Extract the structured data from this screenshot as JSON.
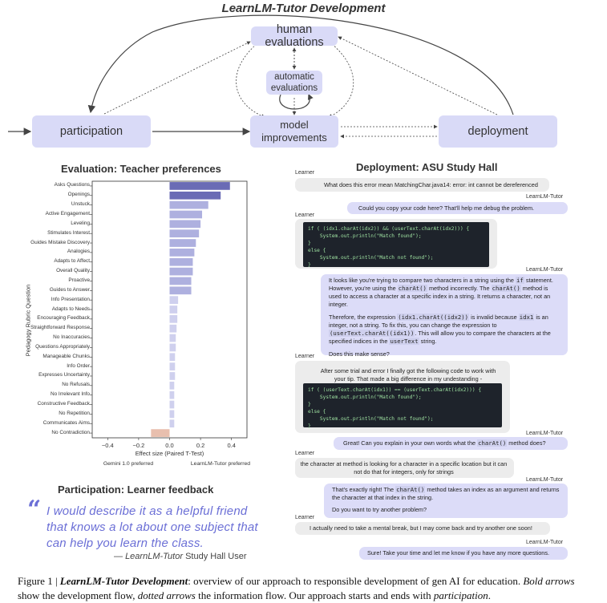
{
  "title": "LearnLM-Tutor Development",
  "flow": {
    "human_evaluations": "human evaluations",
    "automatic_evaluations": "automatic\nevaluations",
    "participation": "participation",
    "model_improvements": "model\nimprovements",
    "deployment": "deployment"
  },
  "evaluation": {
    "heading": "Evaluation: Teacher preferences",
    "ylabel": "Pedagogy Rubric Question",
    "xlabel": "Effect size (Paired T-Test)",
    "left_label": "Gemini 1.0 preferred",
    "right_label": "LearnLM-Tutor preferred"
  },
  "chart_data": {
    "type": "bar",
    "orientation": "horizontal",
    "categories": [
      "Asks Questions",
      "Openings",
      "Unstuck",
      "Active Engagement",
      "Leveling",
      "Stimulates Interest",
      "Guides Mistake Discovery",
      "Analogies",
      "Adapts to Affect",
      "Overall Quality",
      "Proactive",
      "Guides to Answer",
      "Info Presentation",
      "Adapts to Needs",
      "Encouraging Feedback",
      "Straightforward Response",
      "No Inaccuracies",
      "Questions Appropriately",
      "Manageable Chunks",
      "Info Order",
      "Expresses Uncertainty",
      "No Refusals",
      "No Irrelevant Info",
      "Constructive Feedback",
      "No Repetition",
      "Communicates Aims",
      "No Contradiction"
    ],
    "values": [
      0.39,
      0.33,
      0.25,
      0.21,
      0.2,
      0.19,
      0.17,
      0.16,
      0.15,
      0.15,
      0.14,
      0.14,
      0.055,
      0.05,
      0.05,
      0.045,
      0.04,
      0.04,
      0.035,
      0.035,
      0.035,
      0.03,
      0.03,
      0.03,
      0.03,
      0.03,
      -0.12
    ],
    "xlabel": "Effect size (Paired T-Test)",
    "ylabel": "Pedagogy Rubric Question",
    "xlim": [
      -0.5,
      0.5
    ],
    "xticks": [
      -0.4,
      -0.2,
      0.0,
      0.2,
      0.4
    ],
    "xtick_labels": [
      "−0.4",
      "−0.2",
      "0.0",
      "0.2",
      "0.4"
    ],
    "colors": {
      "top": "#6a6bb5",
      "mid": "#aeb0df",
      "low": "#cfd0ee",
      "negative": "#e8bfae"
    }
  },
  "deployment": {
    "heading": "Deployment: ASU Study Hall",
    "learner_label": "Learner",
    "tutor_label": "LearnLM-Tutor",
    "m1": "What does this error mean MatchingChar.java14: error: int cannot be dereferenced",
    "m2": "Could you copy your code here? That'll help me debug the problem.",
    "code1": "if ( (idx1.charAt(idx2)) && (userText.charAt(idx2))) {\n    System.out.println(\"Match found\");\n}\nelse {\n    System.out.println(\"Match not found\");\n}",
    "m4a": "It looks like you're trying to compare two characters in a string using the",
    "m4a_code": "if",
    "m4b": "statement. However, you're using the",
    "m4b_code": "charAt()",
    "m4c": "method incorrectly. The",
    "m4d": "method is used to access a character at a specific index in a string. It returns a character, not an integer.",
    "m4e": "Therefore, the expression",
    "m4e_code": "(idx1.charAt((idx2))",
    "m4f": "is invalid because",
    "m4f_code": "idx1",
    "m4g": "is an integer, not a string. To fix this, you can change the expression to",
    "m4g_code": "(userText.charAt((idx1))",
    "m4h": ". This will allow you to compare the characters at the specified indices in the",
    "m4h_code": "userText",
    "m4i": "string.",
    "m4j": "Does this make sense?",
    "m5": "After some trial and error I finally got the following code to work with your tip. That made a big difference in my undestanding -",
    "code2": "if ( (userText.charAt(idx1)) == (userText.charAt(idx2))) {\n    System.out.println(\"Match found\");\n}\nelse {\n    System.out.println(\"Match not found\");\n}",
    "m6a": "Great! Can you explain in your own words what the",
    "m6_code": "charAt()",
    "m6b": "method does?",
    "m7": "the character at method is looking for a character in a specific location but it can not do that for integers, only for strings",
    "m8a": "That's exactly right! The",
    "m8_code": "charAt()",
    "m8b": "method takes an index as an argument and returns the character at that index in the string.",
    "m8c": "Do you want to try another problem?",
    "m9": "I actually need to take a mental break, but I may come back and try another one soon!",
    "m10": "Sure! Take your time and let me know if you have any more questions."
  },
  "participation": {
    "heading": "Participation: Learner feedback",
    "quote_mark": "“",
    "quote": "I would describe it as a helpful friend that knows a lot about one subject that can help you learn the class.",
    "attribution_dash": "—",
    "attribution_name": "LearnLM-Tutor",
    "attribution_rest": "Study Hall User"
  },
  "caption": {
    "fig": "Figure 1 |",
    "name": "LearnLM-Tutor Development",
    "rest1": ": overview of our approach to responsible development of gen AI for education.",
    "bold_arrows": "Bold arrows",
    "rest2": "show the development flow,",
    "dotted_arrows": "dotted arrows",
    "rest3": "the information flow. Our approach starts and ends with",
    "participation_word": "participation",
    "end": "."
  }
}
